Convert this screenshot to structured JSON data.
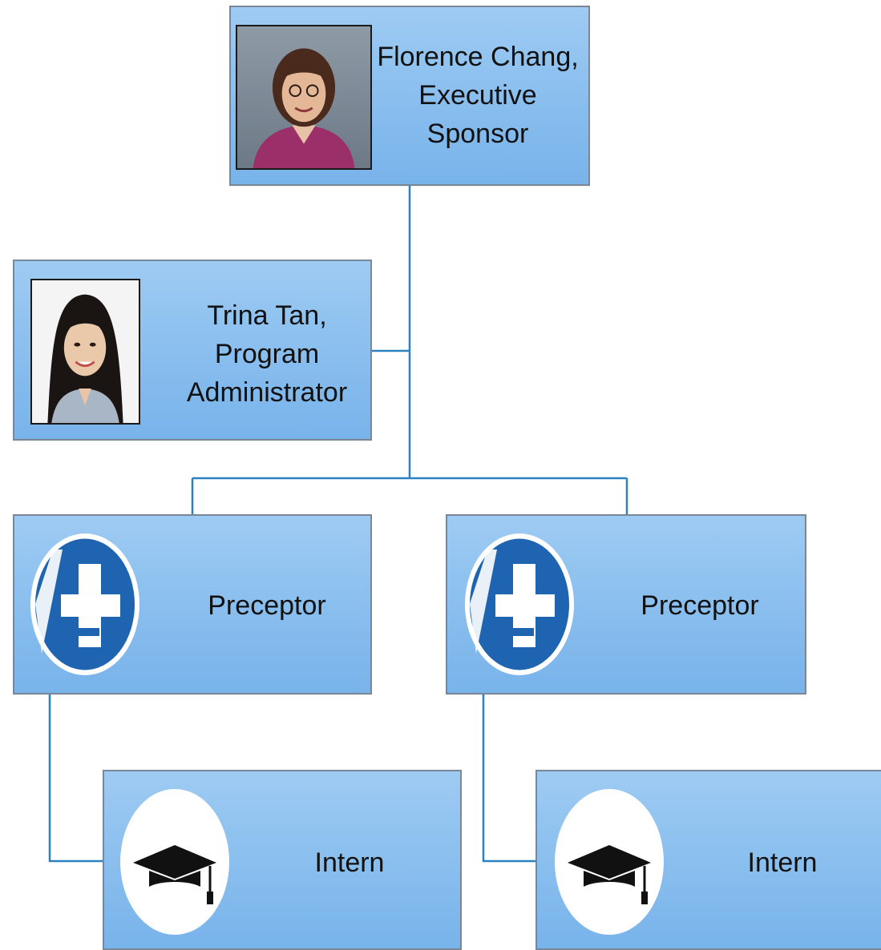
{
  "colors": {
    "box_top": "#9ecbf3",
    "box_bottom": "#78b3ea",
    "box_border": "#7a8796",
    "connector": "#2a82c0",
    "text": "#111111"
  },
  "nodes": {
    "sponsor": {
      "lines": [
        "Florence Chang,",
        "Executive",
        "Sponsor"
      ],
      "icon": "portrait-photo-icon"
    },
    "admin": {
      "lines": [
        "Trina Tan,",
        "Program",
        "Administrator"
      ],
      "icon": "portrait-photo-icon"
    },
    "preceptor_left": {
      "label": "Preceptor",
      "icon": "medical-cross-icon"
    },
    "preceptor_right": {
      "label": "Preceptor",
      "icon": "medical-cross-icon"
    },
    "intern_left": {
      "label": "Intern",
      "icon": "graduation-cap-icon"
    },
    "intern_right": {
      "label": "Intern",
      "icon": "graduation-cap-icon"
    }
  }
}
